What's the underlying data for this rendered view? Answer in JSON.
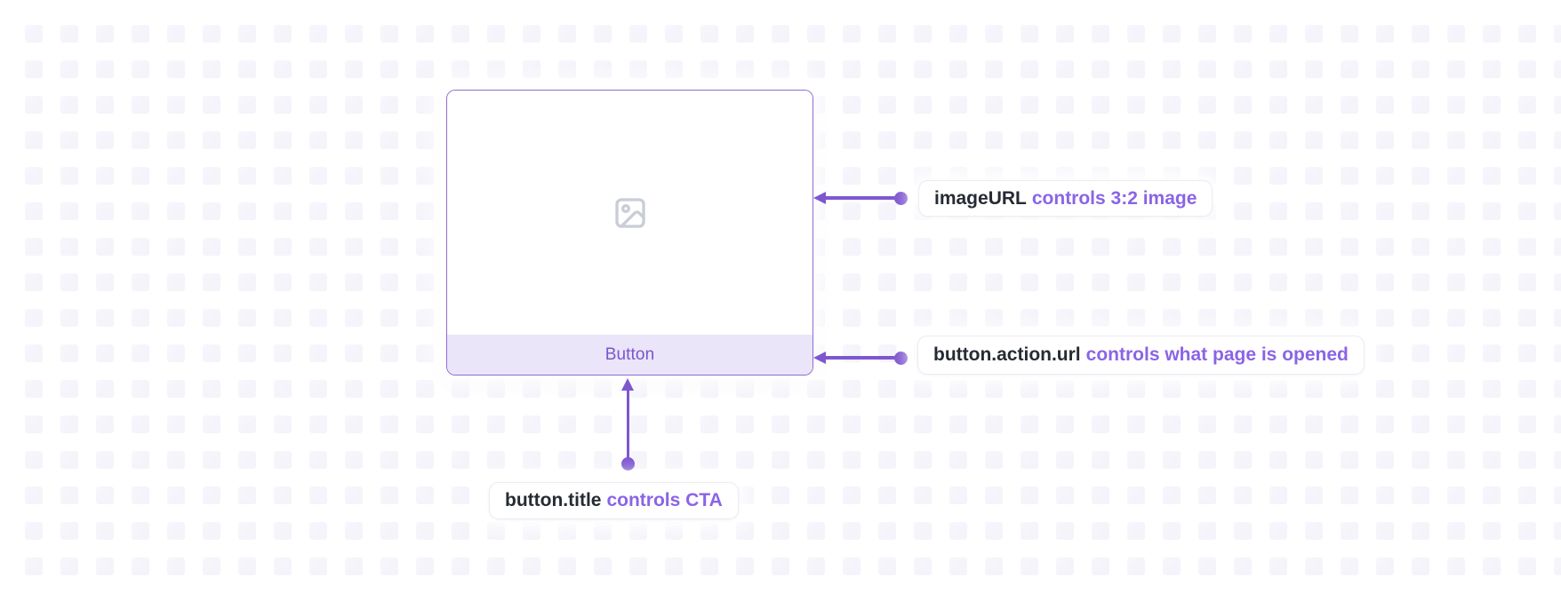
{
  "card": {
    "button_label": "Button",
    "image_icon": "image-placeholder-icon"
  },
  "annotations": [
    {
      "id": "image-url",
      "bold": "imageURL",
      "colored": "controls 3:2 image"
    },
    {
      "id": "button-action-url",
      "bold": "button.action.url",
      "colored": "controls what page is opened"
    },
    {
      "id": "button-title",
      "bold": "button.title",
      "colored": "controls CTA"
    }
  ],
  "colors": {
    "accent_purple": "#7e57d0",
    "label_purple": "#8a64e6",
    "label_dark": "#262b33",
    "card_border": "#8e6cd4",
    "button_bar_bg": "#eae5f8",
    "button_text": "#7a55cd",
    "grid_square": "#f5f5fa",
    "placeholder_icon_gray": "#c8cdd6"
  }
}
